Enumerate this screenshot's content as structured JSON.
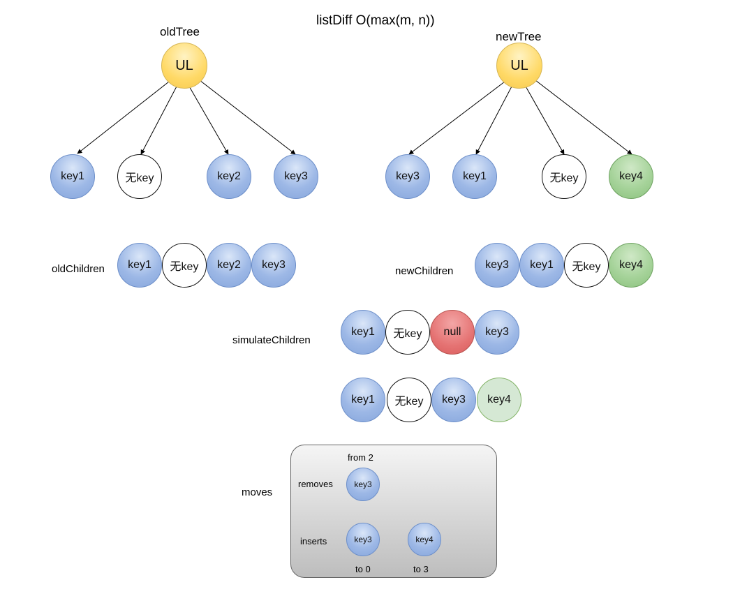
{
  "title": "listDiff O(max(m, n))",
  "old_tree": {
    "label": "oldTree",
    "root": "UL",
    "children": [
      "key1",
      "无key",
      "key2",
      "key3"
    ]
  },
  "new_tree": {
    "label": "newTree",
    "root": "UL",
    "children": [
      "key3",
      "key1",
      "无key",
      "key4"
    ]
  },
  "old_children": {
    "label": "oldChildren",
    "items": [
      "key1",
      "无key",
      "key2",
      "key3"
    ]
  },
  "new_children": {
    "label": "newChildren",
    "items": [
      "key3",
      "key1",
      "无key",
      "key4"
    ]
  },
  "simulate_children": {
    "label": "simulateChildren",
    "row1": [
      "key1",
      "无key",
      "null",
      "key3"
    ],
    "row2": [
      "key1",
      "无key",
      "key3",
      "key4"
    ]
  },
  "moves": {
    "label": "moves",
    "removes_label": "removes",
    "inserts_label": "inserts",
    "remove_from": "from 2",
    "remove_key": "key3",
    "insert_a_key": "key3",
    "insert_a_to": "to 0",
    "insert_b_key": "key4",
    "insert_b_to": "to 3"
  },
  "colors": {
    "keyed_node": "#9db8e6",
    "unkeyed_node": "#ffffff",
    "new_node": "#a6d39a",
    "inserted_node": "#d5e8d4",
    "null_node": "#e57373",
    "root_node": "#ffd966",
    "moves_panel": "#d6d6d6"
  }
}
